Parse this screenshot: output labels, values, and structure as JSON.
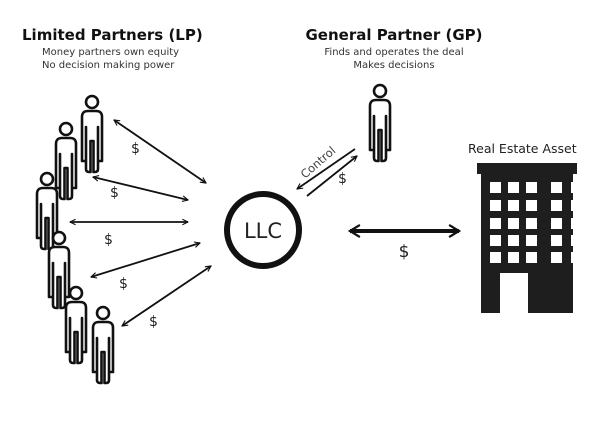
{
  "limited_partners": {
    "title": "Limited Partners (LP)",
    "lines": [
      "Money partners own equity",
      "No decision making power"
    ],
    "count": 6
  },
  "general_partner": {
    "title": "General Partner (GP)",
    "lines": [
      "Finds and operates the deal",
      "Makes decisions"
    ]
  },
  "llc": {
    "label": "LLC"
  },
  "asset": {
    "title": "Real Estate Asset"
  },
  "flows": {
    "lp_money": [
      "$",
      "$",
      "$",
      "$",
      "$"
    ],
    "gp_control": "Control",
    "gp_money": "$",
    "asset_money": "$"
  },
  "colors": {
    "ink": "#111111",
    "building": "#1e1e1e",
    "background": "#ffffff"
  }
}
